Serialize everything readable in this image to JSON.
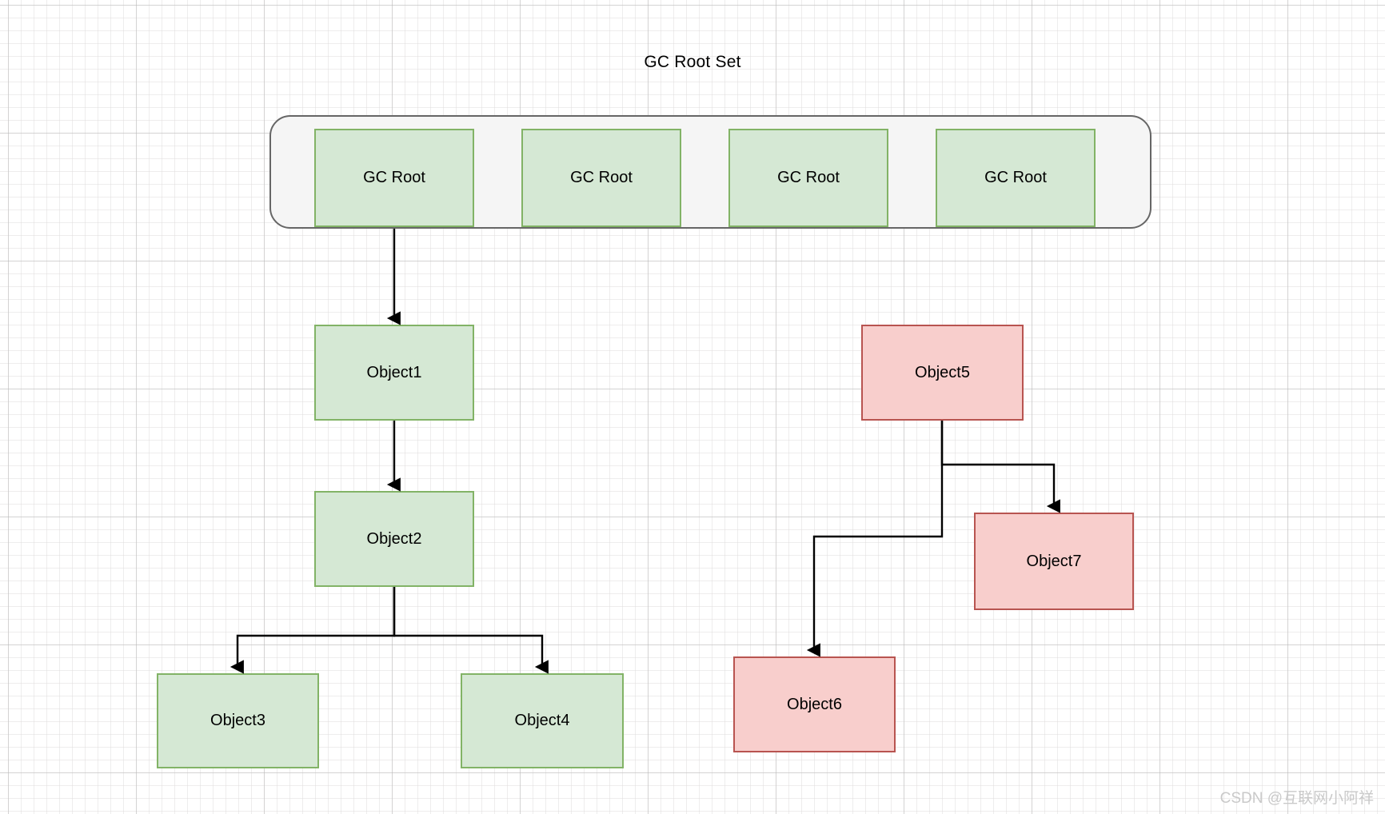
{
  "diagram": {
    "title": "GC Root Set",
    "watermark": "CSDN @互联网小阿祥"
  },
  "colors": {
    "reachable_fill": "#d5e8d4",
    "reachable_border": "#82b366",
    "unreachable_fill": "#f8cecc",
    "unreachable_border": "#b85450",
    "container_fill": "#f5f5f5",
    "container_border": "#666666",
    "edge": "#000000",
    "text": "#000000",
    "watermark": "#c9c9c9"
  },
  "root_set": {
    "label": "GC Root Set",
    "roots": [
      {
        "label": "GC Root"
      },
      {
        "label": "GC Root"
      },
      {
        "label": "GC Root"
      },
      {
        "label": "GC Root"
      }
    ]
  },
  "nodes": [
    {
      "id": "object1",
      "label": "Object1",
      "state": "reachable"
    },
    {
      "id": "object2",
      "label": "Object2",
      "state": "reachable"
    },
    {
      "id": "object3",
      "label": "Object3",
      "state": "reachable"
    },
    {
      "id": "object4",
      "label": "Object4",
      "state": "reachable"
    },
    {
      "id": "object5",
      "label": "Object5",
      "state": "unreachable"
    },
    {
      "id": "object6",
      "label": "Object6",
      "state": "unreachable"
    },
    {
      "id": "object7",
      "label": "Object7",
      "state": "unreachable"
    }
  ],
  "edges": [
    {
      "from": "gc-root-1",
      "to": "object1"
    },
    {
      "from": "object1",
      "to": "object2"
    },
    {
      "from": "object2",
      "to": "object3"
    },
    {
      "from": "object2",
      "to": "object4"
    },
    {
      "from": "object5",
      "to": "object6"
    },
    {
      "from": "object5",
      "to": "object7"
    }
  ]
}
